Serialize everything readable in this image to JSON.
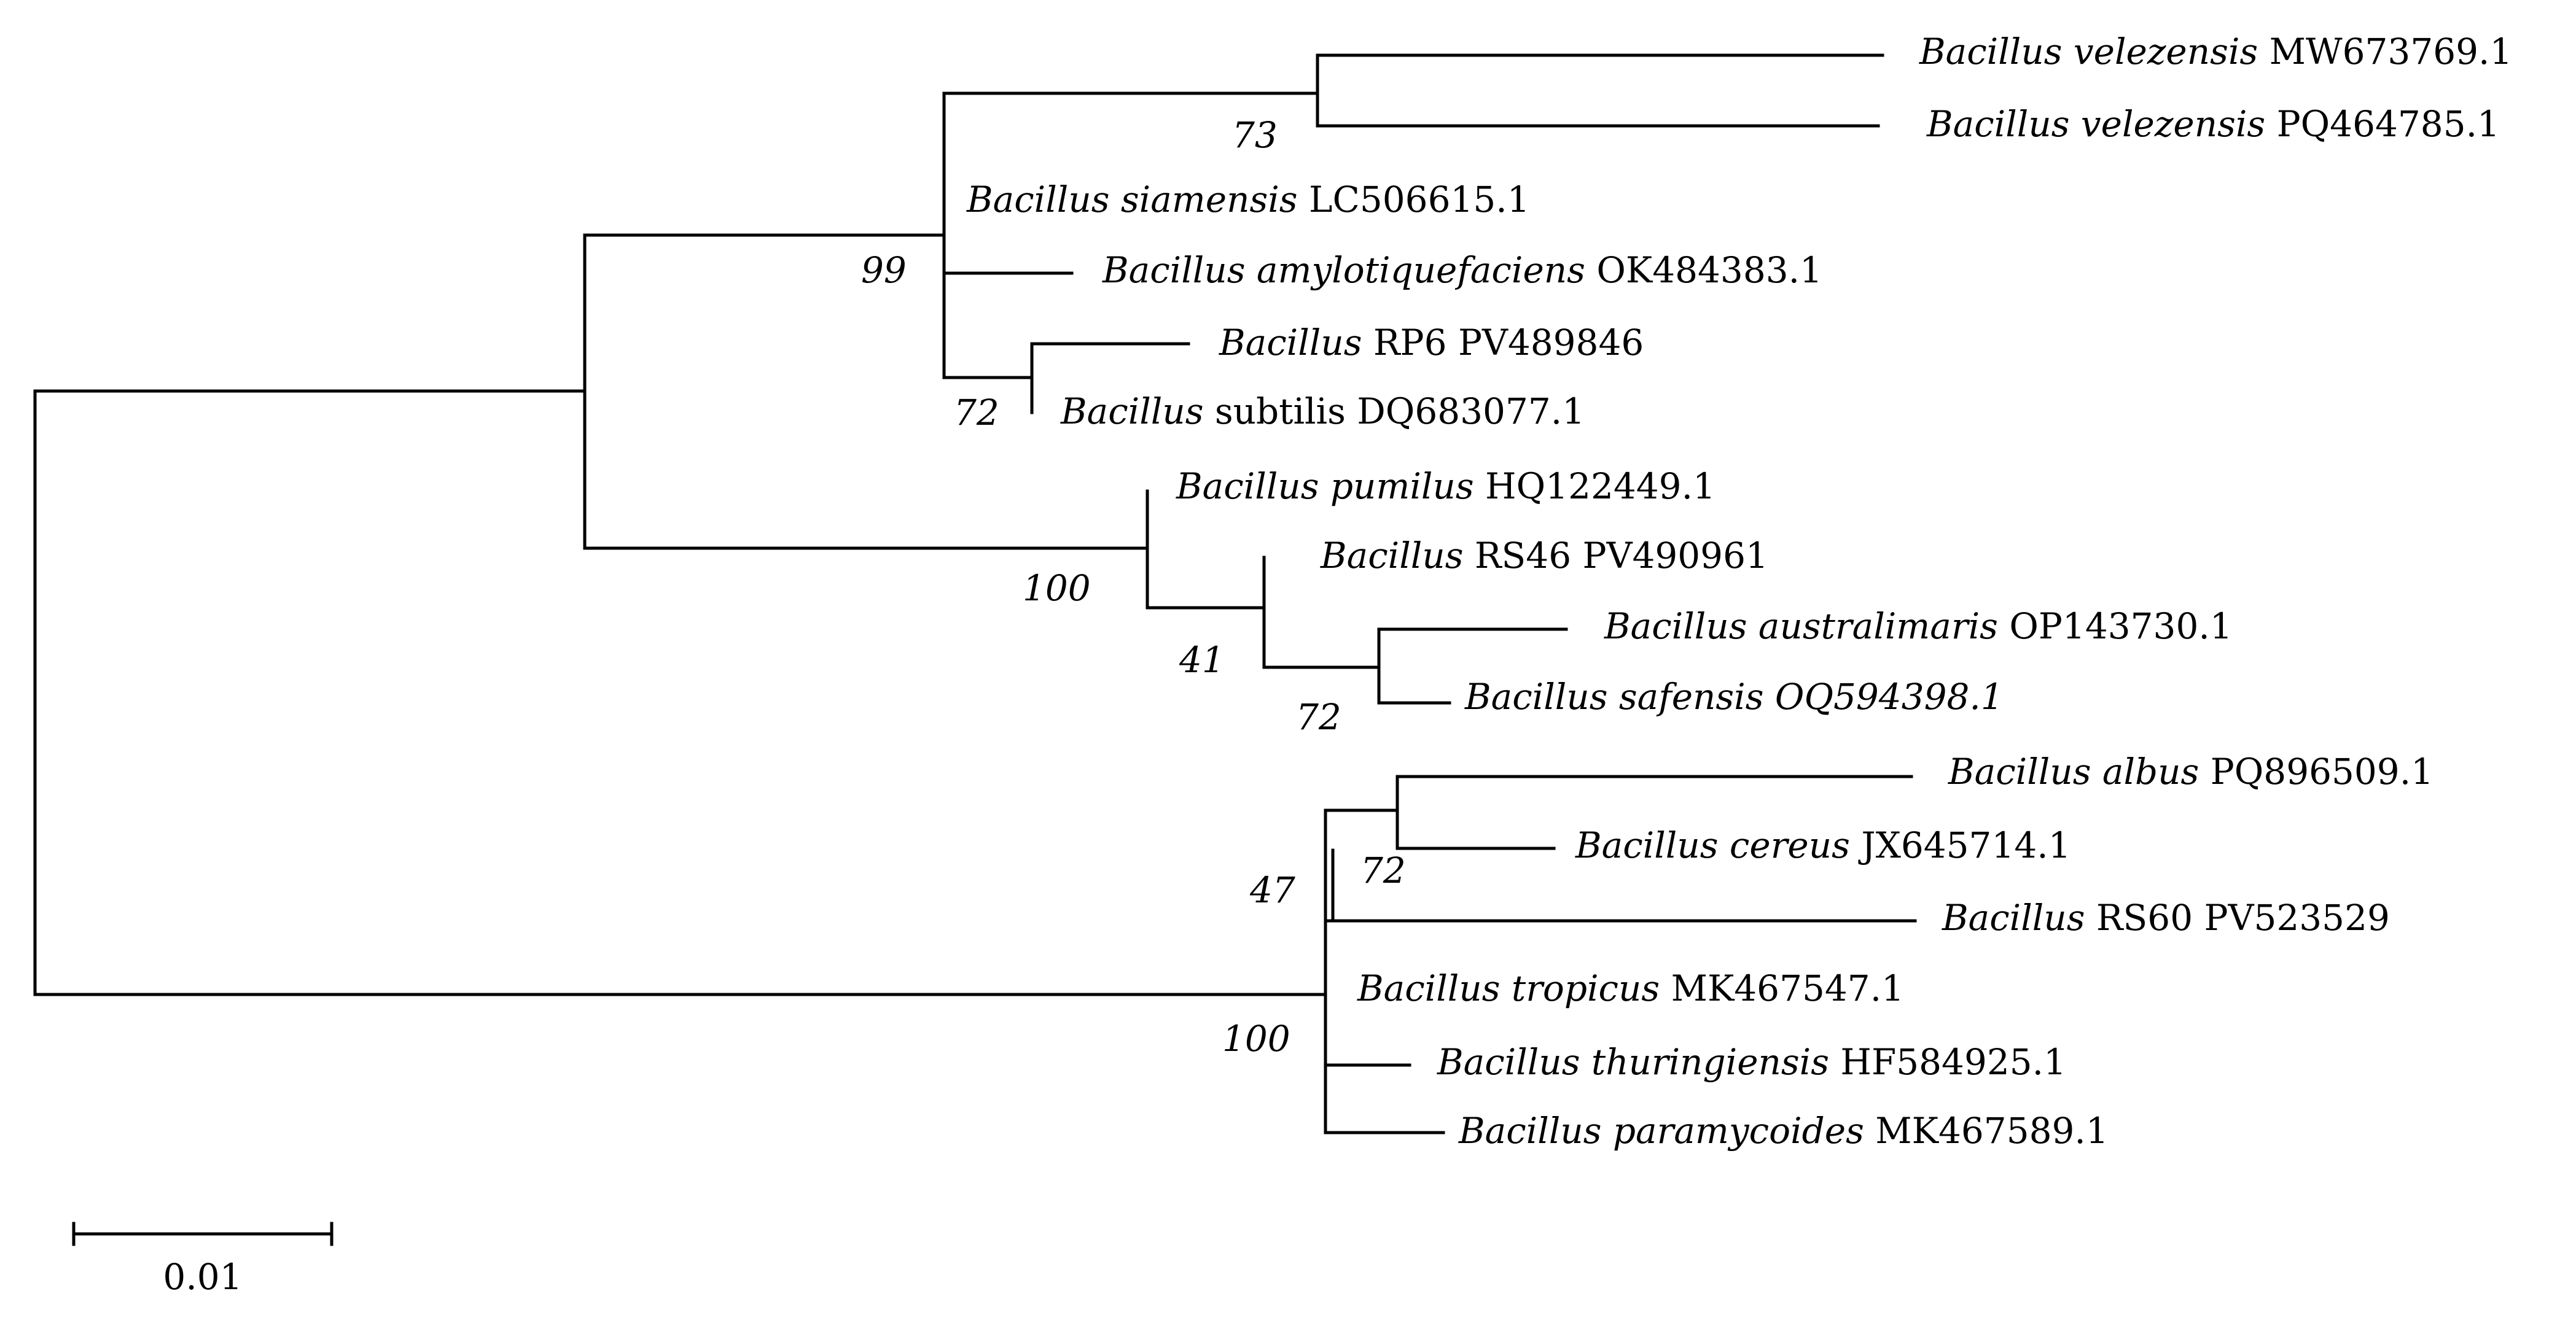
{
  "taxa": [
    {
      "genus": "Bacillus",
      "species": "velezensis",
      "accession": "MW673769.1",
      "acc_italic": false
    },
    {
      "genus": "Bacillus",
      "species": "velezensis",
      "accession": "PQ464785.1",
      "acc_italic": false
    },
    {
      "genus": "Bacillus",
      "species": "siamensis",
      "accession": "LC506615.1",
      "acc_italic": false
    },
    {
      "genus": "Bacillus",
      "species": "amylotiquefaciens",
      "accession": "OK484383.1",
      "acc_italic": false
    },
    {
      "genus": "Bacillus",
      "species": "RP6",
      "accession": "PV489846",
      "acc_italic": false,
      "species_upright": true
    },
    {
      "genus": "Bacillus",
      "species": "subtilis",
      "accession": "DQ683077.1",
      "acc_italic": false,
      "species_upright": true
    },
    {
      "genus": "Bacillus",
      "species": "pumilus",
      "accession": "HQ122449.1",
      "acc_italic": false
    },
    {
      "genus": "Bacillus",
      "species": "RS46",
      "accession": "PV490961",
      "acc_italic": false,
      "species_upright": true
    },
    {
      "genus": "Bacillus",
      "species": "australimaris",
      "accession": "OP143730.1",
      "acc_italic": false
    },
    {
      "genus": "Bacillus",
      "species": "safensis",
      "accession": "OQ594398.1",
      "acc_italic": true
    },
    {
      "genus": "Bacillus",
      "species": "albus",
      "accession": "PQ896509.1",
      "acc_italic": false
    },
    {
      "genus": "Bacillus",
      "species": "cereus",
      "accession": "JX645714.1",
      "acc_italic": false
    },
    {
      "genus": "Bacillus",
      "species": "RS60",
      "accession": "PV523529",
      "acc_italic": false,
      "species_upright": true
    },
    {
      "genus": "Bacillus",
      "species": "tropicus",
      "accession": "MK467547.1",
      "acc_italic": false
    },
    {
      "genus": "Bacillus",
      "species": "thuringiensis",
      "accession": "HF584925.1",
      "acc_italic": false
    },
    {
      "genus": "Bacillus",
      "species": "paramycoides",
      "accession": "MK467589.1",
      "acc_italic": false
    }
  ],
  "bootstrap": [
    "73",
    "99",
    "72",
    "100",
    "41",
    "72",
    "72",
    "47",
    "100"
  ],
  "scale_bar": {
    "label": "0.01",
    "value": 0.01
  }
}
